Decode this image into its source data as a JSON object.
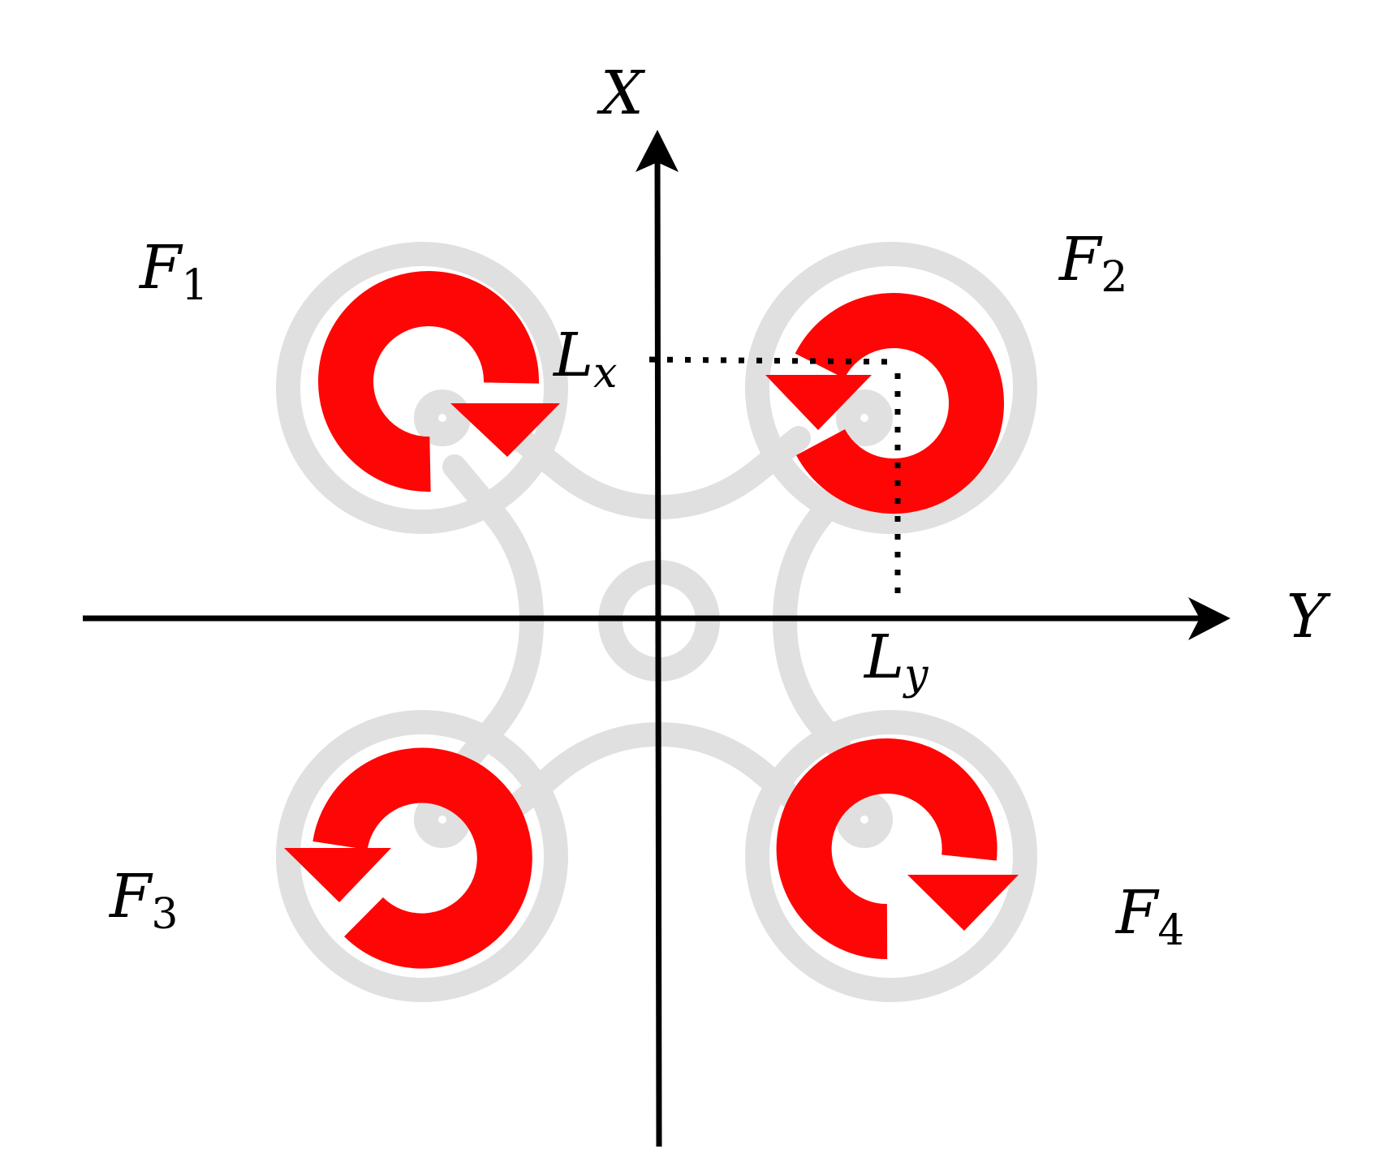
{
  "axes": {
    "x_label": "X",
    "y_label": "Y"
  },
  "dimensions": {
    "lx": {
      "main": "L",
      "sub": "x"
    },
    "ly": {
      "main": "L",
      "sub": "y"
    }
  },
  "rotors": [
    {
      "id": "F1",
      "label_main": "F",
      "label_sub": "1"
    },
    {
      "id": "F2",
      "label_main": "F",
      "label_sub": "2"
    },
    {
      "id": "F3",
      "label_main": "F",
      "label_sub": "3"
    },
    {
      "id": "F4",
      "label_main": "F",
      "label_sub": "4"
    }
  ],
  "colors": {
    "arrow": "#ff0606",
    "frame": "#e0e0e0",
    "axis": "#000000"
  }
}
